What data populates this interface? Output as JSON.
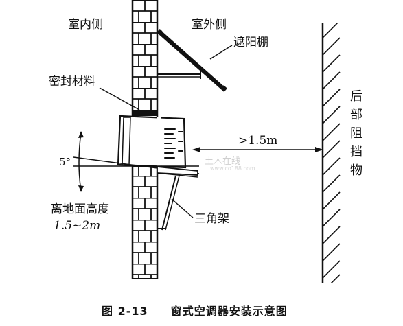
{
  "labels": {
    "indoor": "室内侧",
    "outdoor": "室外侧",
    "sunshade": "遮阳棚",
    "seal": "密封材料",
    "distance": ">1.5m",
    "rear_obstacle": "后部阻挡物",
    "angle": "5°",
    "height_line1": "离地面高度",
    "height_line2": "1.5~2m",
    "bracket": "三角架"
  },
  "caption": {
    "figure": "图 2-13",
    "title": "窗式空调器安装示意图"
  },
  "watermark": {
    "main": "土木在线",
    "url": "www.co188.com"
  }
}
